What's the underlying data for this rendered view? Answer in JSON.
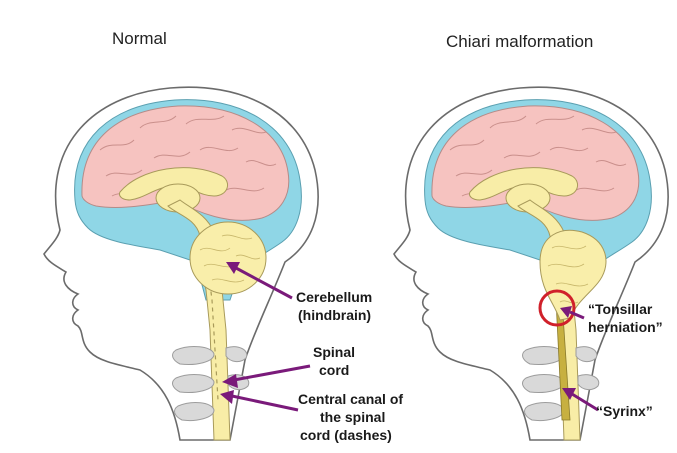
{
  "panels": {
    "normal": {
      "title": "Normal"
    },
    "chiari": {
      "title": "Chiari malformation"
    }
  },
  "labels": {
    "cerebellum_line1": "Cerebellum",
    "cerebellum_line2": "(hindbrain)",
    "spinal_line1": "Spinal",
    "spinal_line2": "cord",
    "canal_line1": "Central canal of",
    "canal_line2": "the spinal",
    "canal_line3": "cord (dashes)",
    "tonsillar_line1": "“Tonsillar",
    "tonsillar_line2": "herniation”",
    "syrinx": "“Syrinx”"
  },
  "colors": {
    "csf": "#8fd6e6",
    "cortex": "#f6c3c0",
    "brainstem": "#f8eda7",
    "arrow": "#7a1a7a",
    "highlight_circle": "#d0202a"
  }
}
